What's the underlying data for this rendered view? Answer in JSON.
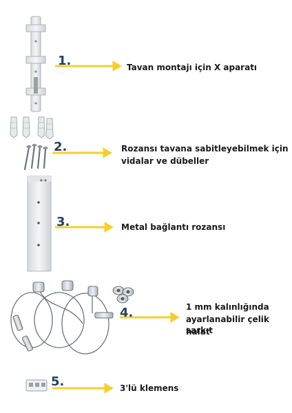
{
  "accent_color": "#f5cf2e",
  "number_color": "#24445e",
  "items": [
    {
      "number": "1.",
      "label": "Tavan montajı için X aparatı",
      "icon": "x-bracket-icon"
    },
    {
      "number": "2.",
      "label_line1": "Rozansı tavana sabitleyebilmek için",
      "label_line2": "vidalar ve dübeller",
      "icon": "screws-and-dowels-icon"
    },
    {
      "number": "3.",
      "label": "Metal bağlantı rozansı",
      "icon": "metal-canopy-plate-icon"
    },
    {
      "number": "4.",
      "label_line1": "1 mm kalınlığında",
      "label_line2": "ayarlanabilir çelik sarkıt",
      "label_line3": "halat",
      "icon": "steel-suspension-cable-icon"
    },
    {
      "number": "5.",
      "label": "3'lü klemens",
      "icon": "terminal-block-icon"
    }
  ]
}
